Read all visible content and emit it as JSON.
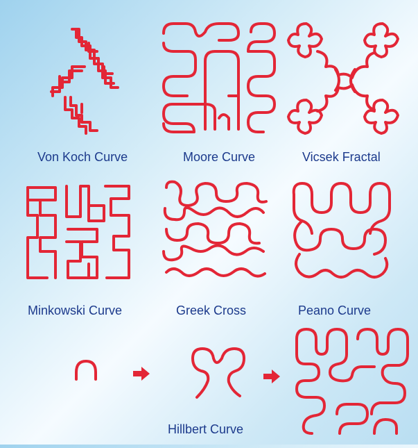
{
  "labels": {
    "von_koch": "Von Koch Curve",
    "moore": "Moore Curve",
    "vicsek": "Vicsek Fractal",
    "minkowski": "Minkowski Curve",
    "greek_cross": "Greek Cross",
    "peano": "Peano Curve",
    "hilbert": "Hillbert Curve"
  },
  "colors": {
    "curve": "#e32636",
    "label": "#1c3a8c"
  }
}
